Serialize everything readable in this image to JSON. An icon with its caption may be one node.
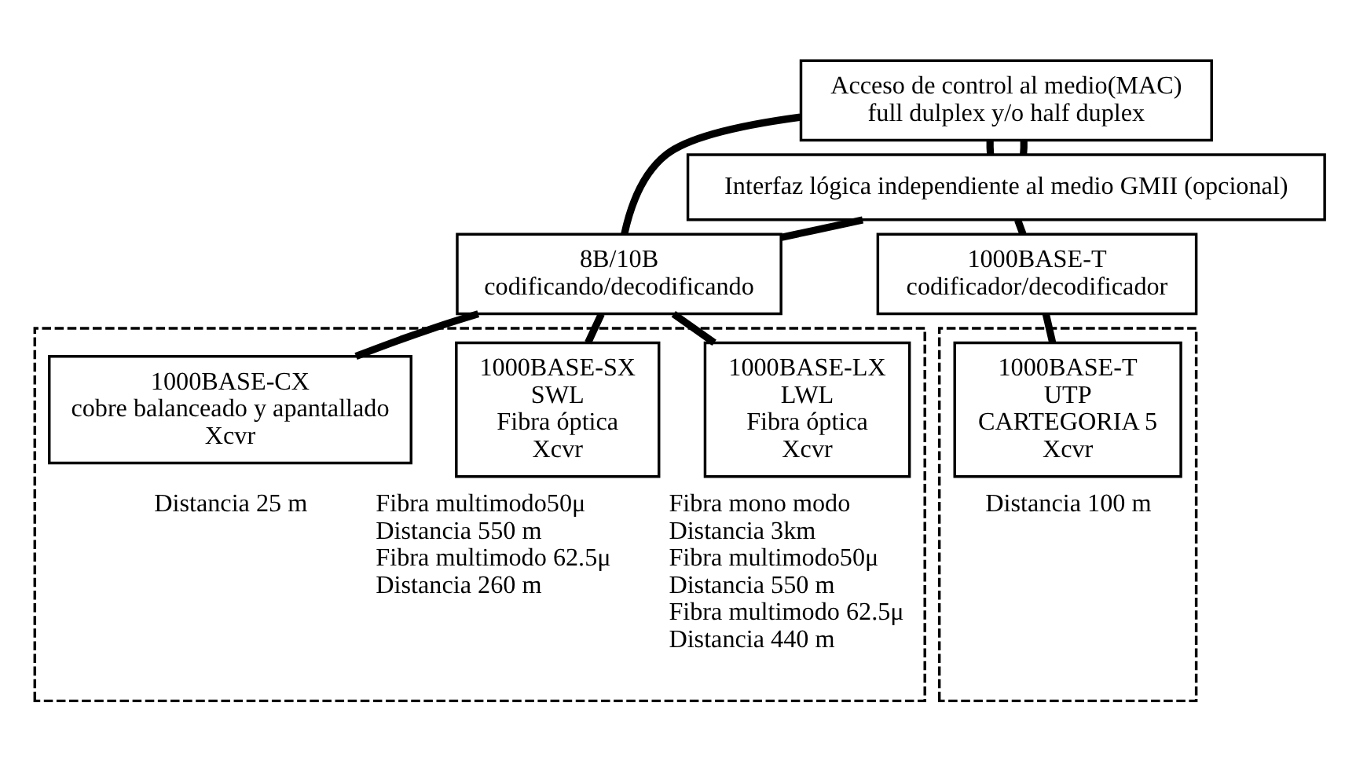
{
  "diagram": {
    "nodes": [
      {
        "text": [
          "Acceso de control al medio(MAC)",
          "full dulplex y/o half duplex"
        ]
      },
      {
        "text": [
          "Interfaz lógica independiente al medio GMII (opcional)"
        ]
      },
      {
        "text": [
          "8B/10B",
          "codificando/decodificando"
        ]
      },
      {
        "text": [
          "1000BASE-T",
          "codificador/decodificador"
        ]
      },
      {
        "text": [],
        "shape": "box"
      },
      {
        "text": [
          "1000BASE-LX",
          "LWL",
          "Fibra óptica",
          "Xcvr"
        ],
        "in": 4,
        "beside": [
          "Fibra mono modo",
          "Distancia 3km",
          "Fibra multimodo50μ",
          "Distancia 550 m",
          "Fibra multimodo 62.5μ",
          "Distancia 440 m"
        ]
      },
      {
        "text": [
          "1000BASE-SX",
          "SWL",
          "Fibra óptica",
          "Xcvr"
        ],
        "in": 4,
        "beside": [
          "Fibra multimodo50μ",
          "Distancia 550 m",
          "Fibra multimodo 62.5μ",
          "Distancia 260 m"
        ]
      },
      {
        "text": [
          "1000BASE-CX",
          "cobre balanceado y apantallado",
          "Xcvr"
        ],
        "in": 4,
        "beside": [
          "Distancia 25 m"
        ]
      },
      {
        "text": [],
        "shape": "box"
      },
      {
        "text": [
          "1000BASE-T",
          "UTP",
          "CARTEGORIA 5",
          "Xcvr"
        ],
        "in": 8,
        "beside": [
          "Distancia 100 m"
        ]
      }
    ],
    "edges": [
      {
        "from": 0,
        "to": 2,
        "arrow": "none"
      },
      {
        "from": 0,
        "to": 1,
        "arrow": "none"
      },
      {
        "from": 1,
        "to": 2,
        "arrow": "none"
      },
      {
        "from": 0,
        "to": 1,
        "arrow": "none"
      },
      {
        "from": 1,
        "to": 3,
        "arrow": "none"
      },
      {
        "from": 2,
        "to": 5,
        "arrow": "none"
      },
      {
        "from": 2,
        "to": 6,
        "arrow": "none"
      },
      {
        "from": 2,
        "to": 7,
        "arrow": "none"
      },
      {
        "from": 3,
        "to": 9,
        "arrow": "none"
      }
    ]
  }
}
